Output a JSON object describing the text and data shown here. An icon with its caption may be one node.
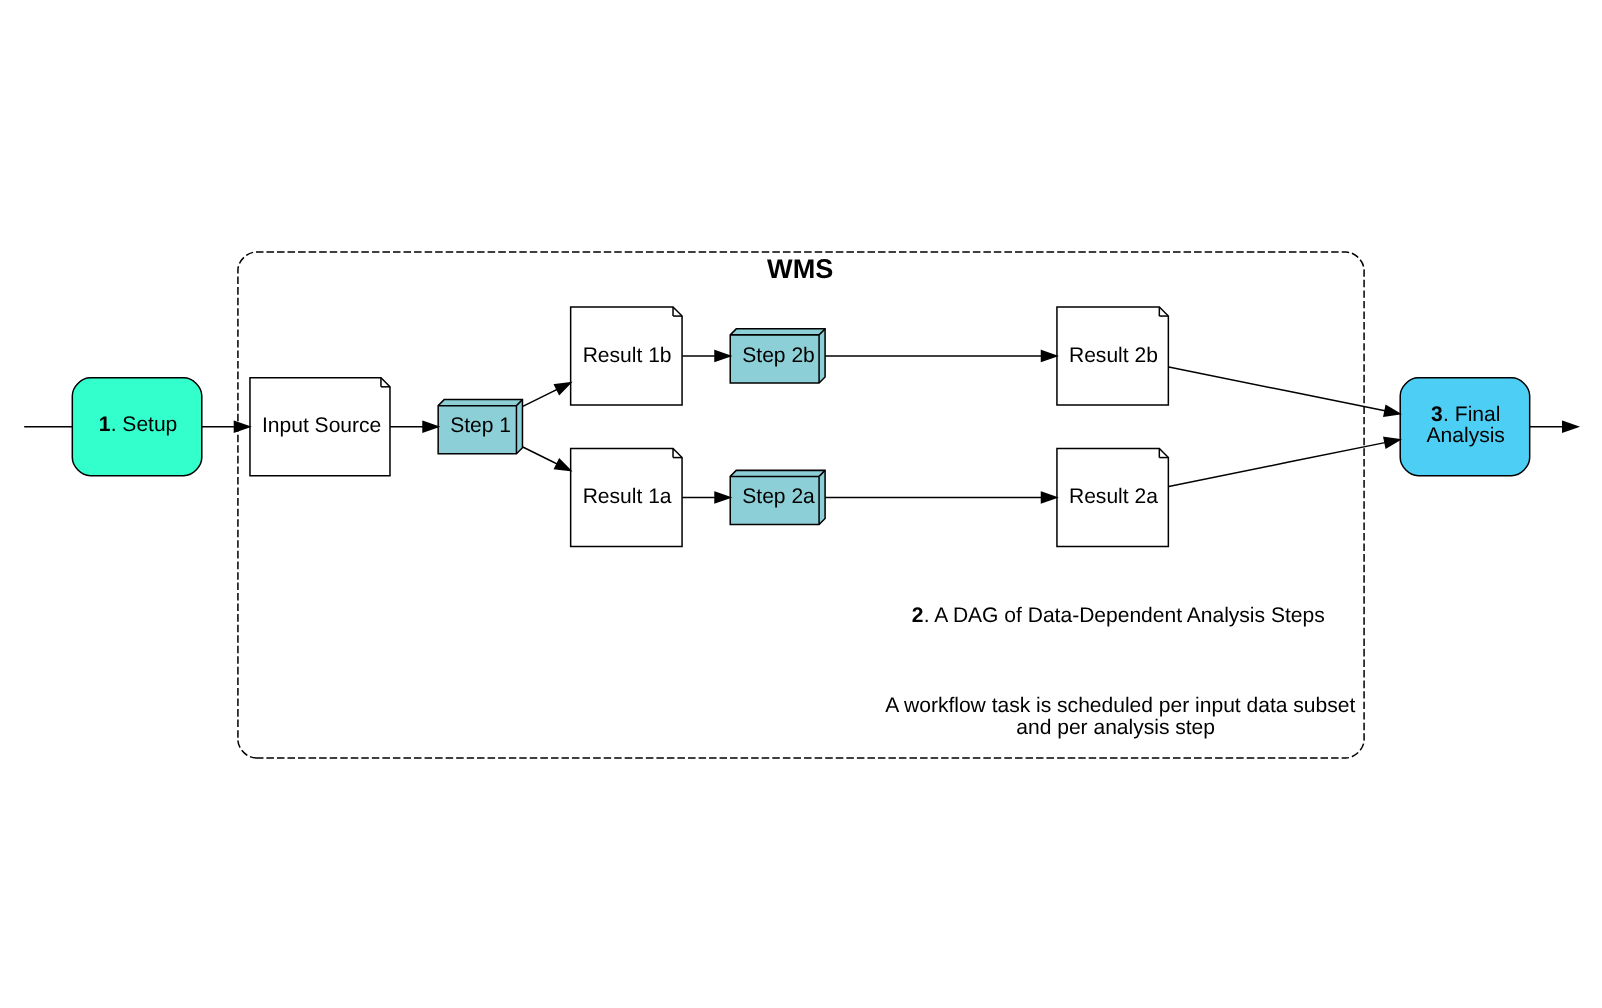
{
  "diagram": {
    "nodes": [
      {
        "text": [
          "WMS"
        ]
      },
      {
        "text": [
          "**1**. Setup"
        ]
      },
      {
        "text": [
          "Input Source"
        ],
        "in": 0
      },
      {
        "text": [
          "Step 1"
        ],
        "in": 0
      },
      {
        "text": [
          "Result 1a"
        ],
        "in": 0
      },
      {
        "text": [
          "Step 2a"
        ],
        "in": 0
      },
      {
        "text": [
          "Result 2a"
        ],
        "in": 0
      },
      {
        "text": [
          "Result 1b"
        ],
        "in": 0
      },
      {
        "text": [
          "Step 2b"
        ],
        "in": 0
      },
      {
        "text": [
          "Result 2b"
        ],
        "in": 0
      },
      {
        "text": [
          "**3**. Final Analysis"
        ]
      }
    ],
    "edges": [
      {
        "from": null,
        "to": 1,
        "arrow": "none"
      },
      {
        "from": 1,
        "to": 2,
        "arrow": "to"
      },
      {
        "from": 2,
        "to": 3,
        "arrow": "to"
      },
      {
        "from": 3,
        "to": 4,
        "arrow": "to"
      },
      {
        "from": 3,
        "to": 7,
        "arrow": "to"
      },
      {
        "from": 4,
        "to": 5,
        "arrow": "to"
      },
      {
        "from": 5,
        "to": 6,
        "arrow": "to"
      },
      {
        "from": 7,
        "to": 8,
        "arrow": "to"
      },
      {
        "from": 8,
        "to": 9,
        "arrow": "to"
      },
      {
        "from": 6,
        "to": 10,
        "arrow": "to"
      },
      {
        "from": 9,
        "to": 10,
        "arrow": "to"
      },
      {
        "from": 10,
        "to": null,
        "arrow": "to"
      }
    ],
    "labels": [
      "**2**. A DAG of Data-Dependent Analysis Steps",
      "A workflow task is scheduled per input data subset and per analysis step"
    ]
  }
}
